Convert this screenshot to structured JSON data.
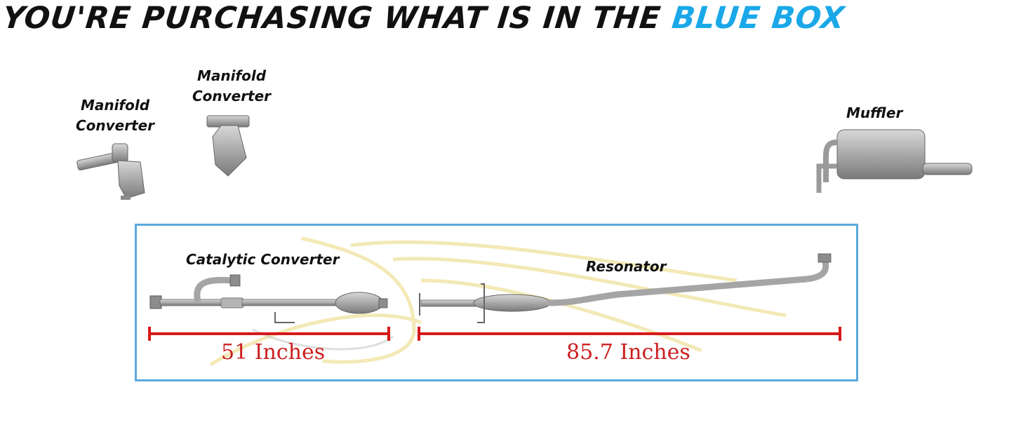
{
  "headline": {
    "text_main": "YOU'RE PURCHASING WHAT IS IN THE",
    "text_highlight": "BLUE BOX"
  },
  "parts": {
    "manifold_left": {
      "line1": "Manifold",
      "line2": "Converter"
    },
    "manifold_right": {
      "line1": "Manifold",
      "line2": "Converter"
    },
    "muffler": "Muffler",
    "catalytic": "Catalytic Converter",
    "resonator": "Resonator"
  },
  "measurements": {
    "left": "51 Inches",
    "right": "85.7 Inches"
  },
  "colors": {
    "box_border": "#5aa9dc",
    "highlight": "#1aa8e8",
    "measure_red": "#cc1f1f",
    "pipe_gray": "#9a9a9a"
  },
  "icons": {
    "manifold_left": "manifold-converter-icon",
    "manifold_right": "manifold-converter-icon",
    "muffler": "muffler-icon",
    "pipe": "exhaust-pipe-icon",
    "watermark": "watermark-logo"
  }
}
